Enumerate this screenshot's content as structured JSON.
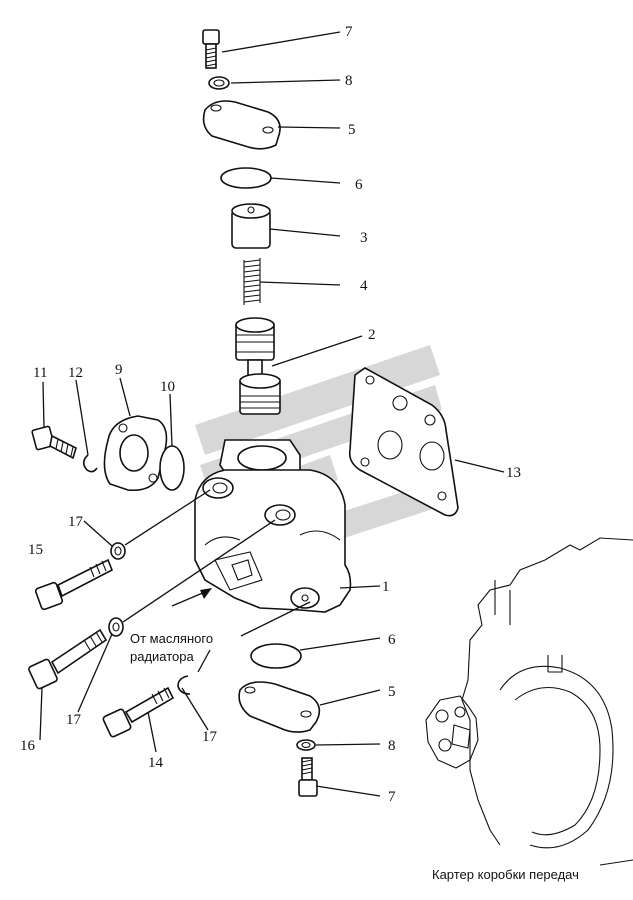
{
  "labels": {
    "l7a": "7",
    "l8a": "8",
    "l5a": "5",
    "l6a": "6",
    "l3": "3",
    "l4": "4",
    "l2": "2",
    "l11": "11",
    "l12": "12",
    "l9": "9",
    "l10": "10",
    "l13": "13",
    "l17a": "17",
    "l15": "15",
    "l1": "1",
    "l6b": "6",
    "l17b": "17",
    "l16": "16",
    "l5b": "5",
    "l17c": "17",
    "l14": "14",
    "l8b": "8",
    "l7b": "7"
  },
  "captions": {
    "from_radiator_line1": "От масляного",
    "from_radiator_line2": "радиатора",
    "transmission_case": "Картер коробки передач"
  },
  "colors": {
    "line": "#111111",
    "watermark": "#c9c9c9",
    "background": "#ffffff"
  }
}
